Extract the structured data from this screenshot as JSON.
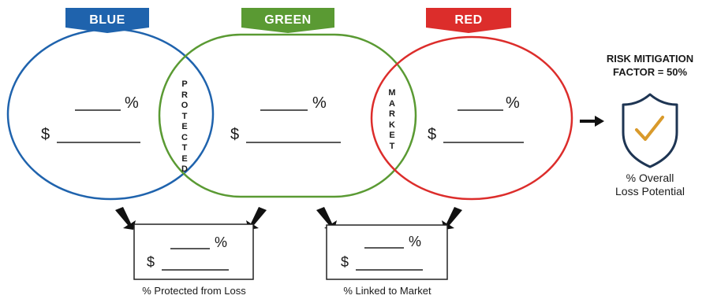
{
  "banners": [
    {
      "label": "BLUE",
      "color": "#1f63ad"
    },
    {
      "label": "GREEN",
      "color": "#5a9a33"
    },
    {
      "label": "RED",
      "color": "#dc2d2b"
    }
  ],
  "colors": {
    "blue": "#1f63ad",
    "green": "#5a9a33",
    "red": "#dc2d2b",
    "shield": "#1e3553",
    "check": "#d99a2b"
  },
  "overlaps": {
    "protected": "PROTECTED",
    "market": "MARKET"
  },
  "fields": {
    "percent_symbol": "%",
    "dollar_symbol": "$",
    "percent_blank": "_____",
    "dollar_blank": "__________"
  },
  "risk": {
    "line1": "RISK MITIGATION",
    "line2": "FACTOR = 50%",
    "caption1": "% Overall",
    "caption2": "Loss Potential",
    "icon": "shield-check-icon"
  },
  "boxes": [
    {
      "label": "% Protected from Loss"
    },
    {
      "label": "% Linked to Market"
    }
  ]
}
